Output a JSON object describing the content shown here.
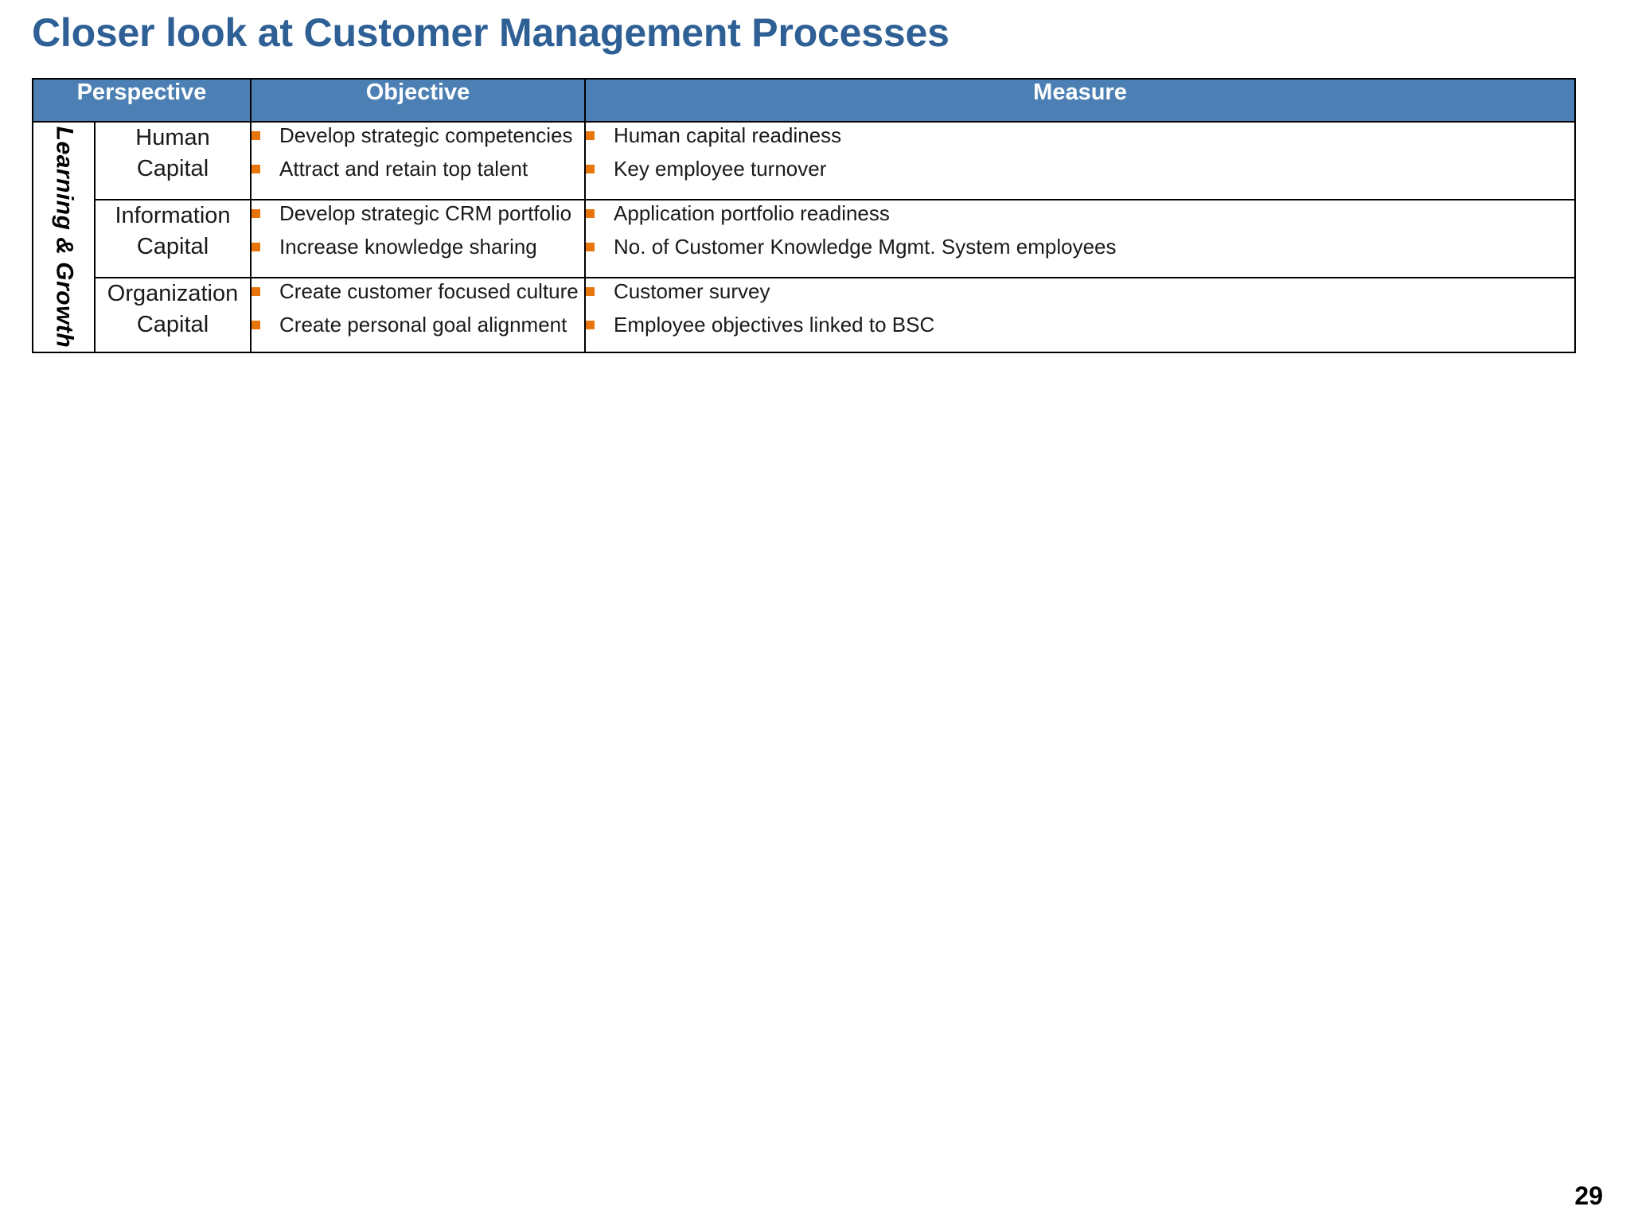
{
  "slide": {
    "title": "Closer look at Customer Management Processes",
    "page_number": "29",
    "title_color": "#2E6096",
    "header_bg_color": "#4C80B4",
    "bullet_color": "#E8740C"
  },
  "table": {
    "headers": {
      "perspective": "Perspective",
      "objective": "Objective",
      "measure": "Measure"
    },
    "spine_label": "Learning & Growth",
    "rows": [
      {
        "perspective_line1": "Human",
        "perspective_line2": "Capital",
        "objectives": [
          "Develop strategic competencies",
          "Attract and retain top talent"
        ],
        "measures": [
          "Human capital readiness",
          "Key employee turnover"
        ]
      },
      {
        "perspective_line1": "Information",
        "perspective_line2": "Capital",
        "objectives": [
          "Develop strategic CRM portfolio",
          "Increase knowledge sharing"
        ],
        "measures": [
          "Application portfolio readiness",
          "No. of Customer Knowledge Mgmt. System employees"
        ]
      },
      {
        "perspective_line1": "Organization",
        "perspective_line2": "Capital",
        "objectives": [
          "Create customer focused culture",
          "Create personal goal alignment"
        ],
        "measures": [
          "Customer survey",
          "Employee objectives linked to BSC"
        ]
      }
    ]
  }
}
